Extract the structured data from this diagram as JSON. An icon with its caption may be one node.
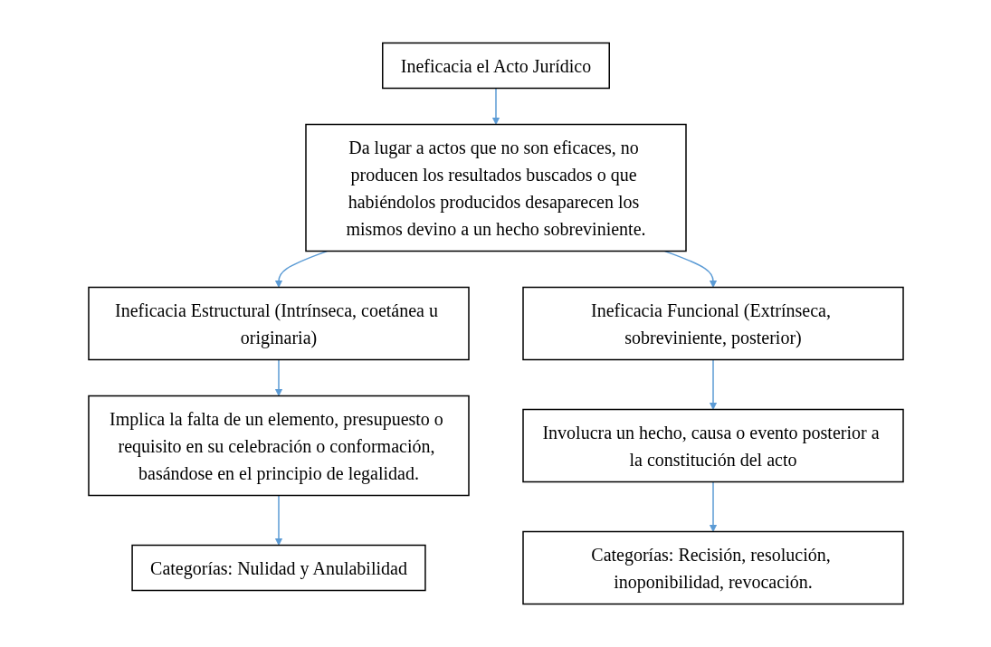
{
  "diagram": {
    "nodes": [
      {
        "text": [
          "Ineficacia el Acto Jurídico"
        ]
      },
      {
        "text": [
          "Da lugar a actos que no son eficaces, no producen los resultados buscados o que habiéndolos producidos desaparecen los mismos devino a un hecho sobreviniente."
        ]
      },
      {
        "text": [
          "Ineficacia Estructural (Intrínseca, coetánea u originaria)"
        ]
      },
      {
        "text": [
          "Ineficacia Funcional (Extrínseca, sobreviniente, posterior)"
        ]
      },
      {
        "text": [
          "Implica la falta de un elemento, presupuesto o requisito en su celebración o conformación, basándose en el principio de legalidad."
        ]
      },
      {
        "text": [
          "Involucra un hecho, causa o evento posterior a la constitución del acto"
        ]
      },
      {
        "text": [
          "Categorías: Recisión, resolución, inoponibilidad, revocación."
        ]
      },
      {
        "text": [
          "Categorías: Nulidad y Anulabilidad"
        ]
      }
    ],
    "edges": [
      {
        "from": 0,
        "to": 1,
        "arrow": "to"
      },
      {
        "from": 1,
        "to": 2,
        "arrow": "to"
      },
      {
        "from": 1,
        "to": 3,
        "arrow": "to"
      },
      {
        "from": 2,
        "to": 4,
        "arrow": "to"
      },
      {
        "from": 4,
        "to": 7,
        "arrow": "to"
      },
      {
        "from": 3,
        "to": 5,
        "arrow": "to"
      },
      {
        "from": 5,
        "to": 6,
        "arrow": "to"
      }
    ]
  }
}
